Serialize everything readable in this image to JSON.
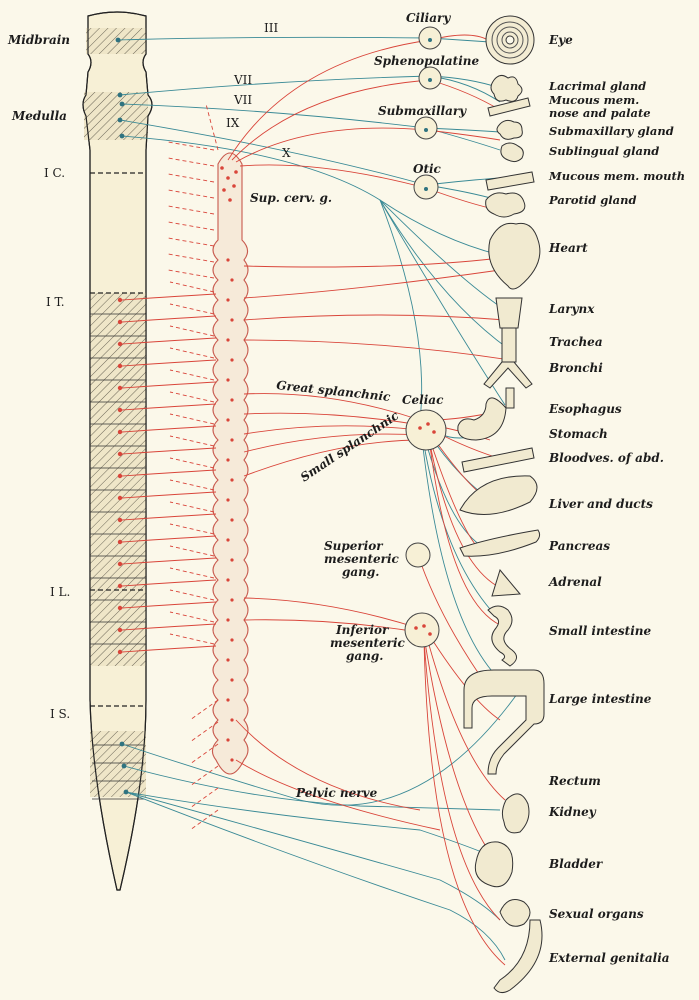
{
  "colors": {
    "sympathetic": "#d9453a",
    "parasympathetic": "#3a8a96",
    "background": "#fbf8ea"
  },
  "cord_labels": {
    "midbrain": "Midbrain",
    "medulla": "Medulla",
    "c1": "I C.",
    "t1": "I T.",
    "l1": "I L.",
    "s1": "I S."
  },
  "nerves": {
    "iii": "III",
    "vii_a": "VII",
    "vii_b": "VII",
    "ix": "IX",
    "x": "X",
    "pelvic": "Pelvic nerve"
  },
  "ganglia": {
    "ciliary": "Ciliary",
    "sphenopalatine": "Sphenopalatine",
    "submaxillary": "Submaxillary",
    "otic": "Otic",
    "sup_cerv": "Sup. cerv. g.",
    "celiac": "Celiac",
    "great_splanchnic": "Great splanchnic",
    "small_splanchnic": "Small splanchnic",
    "sup_mesenteric_1": "Superior",
    "sup_mesenteric_2": "mesenteric",
    "sup_mesenteric_3": "gang.",
    "inf_mesenteric_1": "Inferior",
    "inf_mesenteric_2": "mesenteric",
    "inf_mesenteric_3": "gang."
  },
  "organs": {
    "eye": "Eye",
    "lacrimal": "Lacrimal gland",
    "mucous_nose_1": "Mucous mem.",
    "mucous_nose_2": "nose and palate",
    "submax_gland": "Submaxillary gland",
    "sublingual": "Sublingual gland",
    "mucous_mouth": "Mucous mem. mouth",
    "parotid": "Parotid gland",
    "heart": "Heart",
    "larynx": "Larynx",
    "trachea": "Trachea",
    "bronchi": "Bronchi",
    "esophagus": "Esophagus",
    "stomach": "Stomach",
    "bloodves": "Bloodves. of abd.",
    "liver": "Liver and ducts",
    "pancreas": "Pancreas",
    "adrenal": "Adrenal",
    "small_int": "Small intestine",
    "large_int": "Large intestine",
    "rectum": "Rectum",
    "kidney": "Kidney",
    "bladder": "Bladder",
    "sexual": "Sexual organs",
    "ext_gen": "External genitalia"
  }
}
